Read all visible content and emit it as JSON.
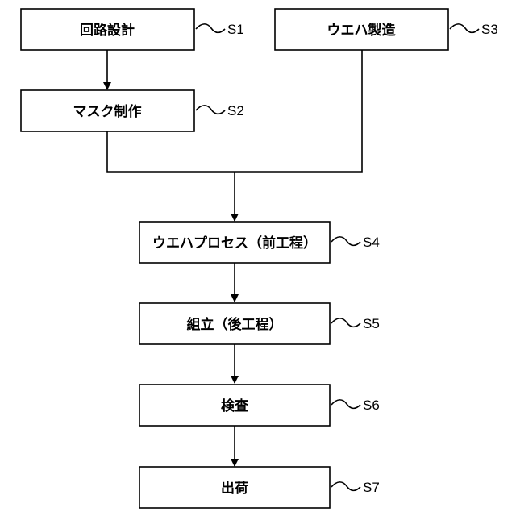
{
  "flowchart": {
    "steps": [
      {
        "id": "S1",
        "label": "回路設計",
        "step_label": "S1"
      },
      {
        "id": "S2",
        "label": "マスク制作",
        "step_label": "S2"
      },
      {
        "id": "S3",
        "label": "ウエハ製造",
        "step_label": "S3"
      },
      {
        "id": "S4",
        "label": "ウエハプロセス（前工程）",
        "step_label": "S4"
      },
      {
        "id": "S5",
        "label": "組立（後工程）",
        "step_label": "S5"
      },
      {
        "id": "S6",
        "label": "検査",
        "step_label": "S6"
      },
      {
        "id": "S7",
        "label": "出荷",
        "step_label": "S7"
      }
    ],
    "connections": [
      {
        "from": "S1",
        "to": "S2"
      },
      {
        "from": "S2",
        "to": "S4"
      },
      {
        "from": "S3",
        "to": "S4"
      },
      {
        "from": "S4",
        "to": "S5"
      },
      {
        "from": "S5",
        "to": "S6"
      },
      {
        "from": "S6",
        "to": "S7"
      }
    ]
  }
}
